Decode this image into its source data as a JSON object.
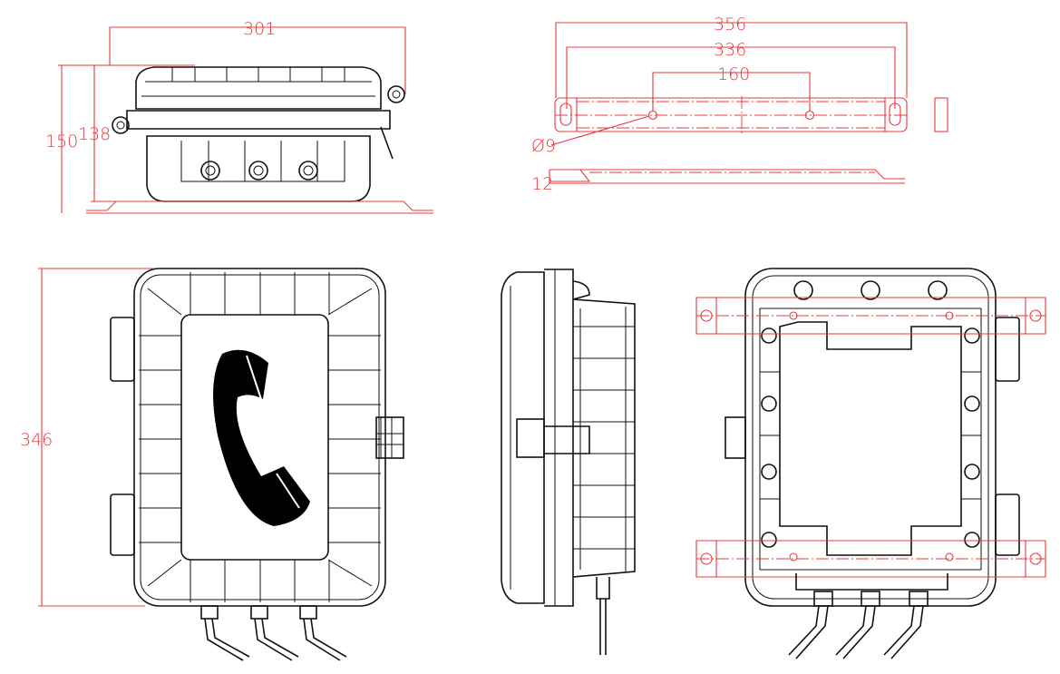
{
  "drawing": {
    "colors": {
      "outline": "#111111",
      "dimension": "#e8383d"
    },
    "views": {
      "top": {
        "dims": {
          "width": "301",
          "height_total": "150",
          "height_body": "138"
        }
      },
      "bracket": {
        "dims": {
          "overall": "356",
          "slot_pitch": "336",
          "hole_pitch": "160",
          "hole_dia": "Ø9",
          "thickness": "12"
        }
      },
      "front": {
        "dims": {
          "height": "346"
        },
        "icon": "telephone-handset-icon"
      },
      "side": {},
      "back": {}
    }
  }
}
